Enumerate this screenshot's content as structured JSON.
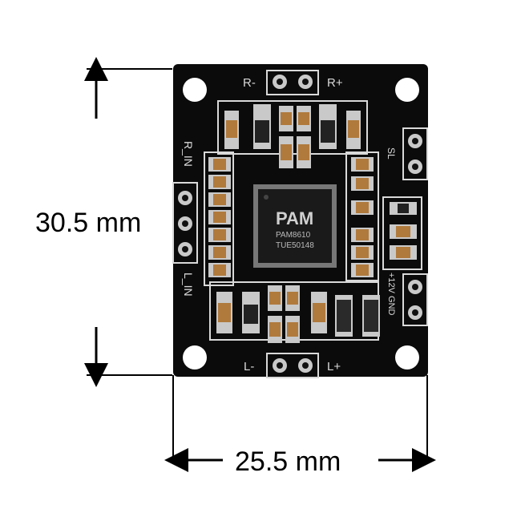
{
  "dimensions": {
    "height_label": "30.5 mm",
    "width_label": "25.5 mm"
  },
  "board": {
    "chip_logo": "PAM",
    "chip_part": "PAM8610",
    "chip_code": "TUE50148",
    "labels": {
      "r_minus": "R-",
      "r_plus": "R+",
      "l_minus": "L-",
      "l_plus": "L+",
      "r_in": "R_IN",
      "l_in": "L_IN",
      "sl": "SL",
      "power": "+12V GND"
    }
  },
  "colors": {
    "pcb": "#0b0b0b",
    "silk": "#d9d9d9",
    "pad": "#c9c9c9",
    "chip": "#1a1a1a",
    "capacitor": "#b07a3c"
  }
}
